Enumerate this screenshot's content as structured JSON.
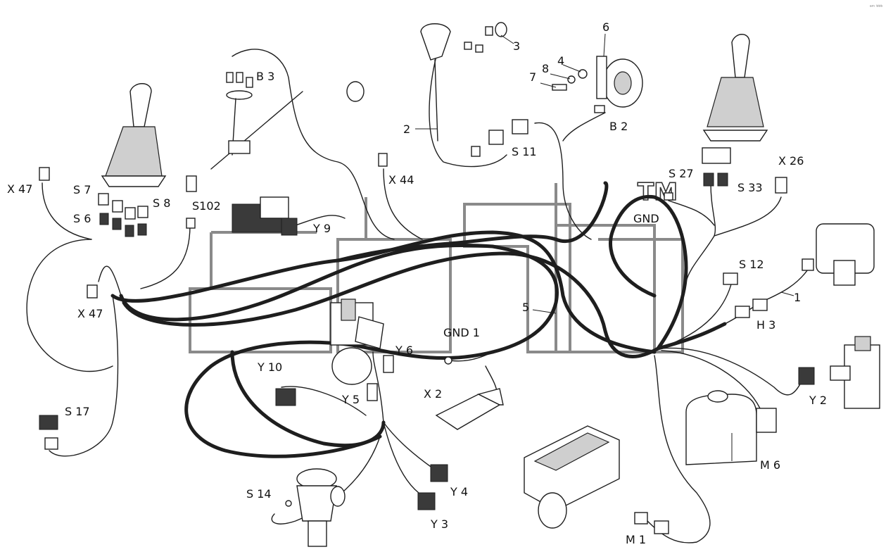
{
  "corner_mark": "ᵃᵐ ᵇᵇᵇ",
  "watermark": {
    "trademark": "TM"
  },
  "labels": {
    "p1": "1",
    "p2": "2",
    "p3": "3",
    "p4": "4",
    "p5": "5",
    "p6": "6",
    "p7": "7",
    "p8": "8",
    "b3": "B 3",
    "b2": "B 2",
    "s11": "S 11",
    "s27": "S 27",
    "s33": "S 33",
    "x26": "X 26",
    "x47_top": "X 47",
    "x47_mid": "X 47",
    "s7": "S 7",
    "s8": "S 8",
    "s6": "S 6",
    "s102": "S102",
    "y9": "Y 9",
    "x44": "X 44",
    "gnd": "GND",
    "s12": "S 12",
    "h3": "H 3",
    "gnd1": "GND 1",
    "y10": "Y 10",
    "y6": "Y 6",
    "y5": "Y 5",
    "x2": "X 2",
    "s17": "S 17",
    "y2": "Y 2",
    "m6": "M 6",
    "y4": "Y 4",
    "y3": "Y 3",
    "s14": "S 14",
    "m1": "M 1"
  }
}
